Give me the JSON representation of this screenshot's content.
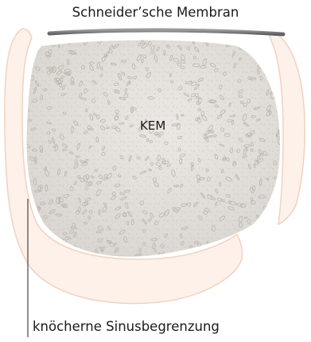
{
  "labels": {
    "membrane": "Schneider’sche Membran",
    "graft": "KEM",
    "bone": "knöcherne Sinusbegrenzung"
  },
  "colors": {
    "membrane_bar": "#7f7f7f",
    "bone_fill": "#fdf1ea",
    "bone_stroke": "#f0d2c2",
    "graft_fill": "#e1ded9",
    "granule_stroke": "#b9b3ac",
    "pointer_line": "#222222",
    "text": "#1a1a1a"
  }
}
